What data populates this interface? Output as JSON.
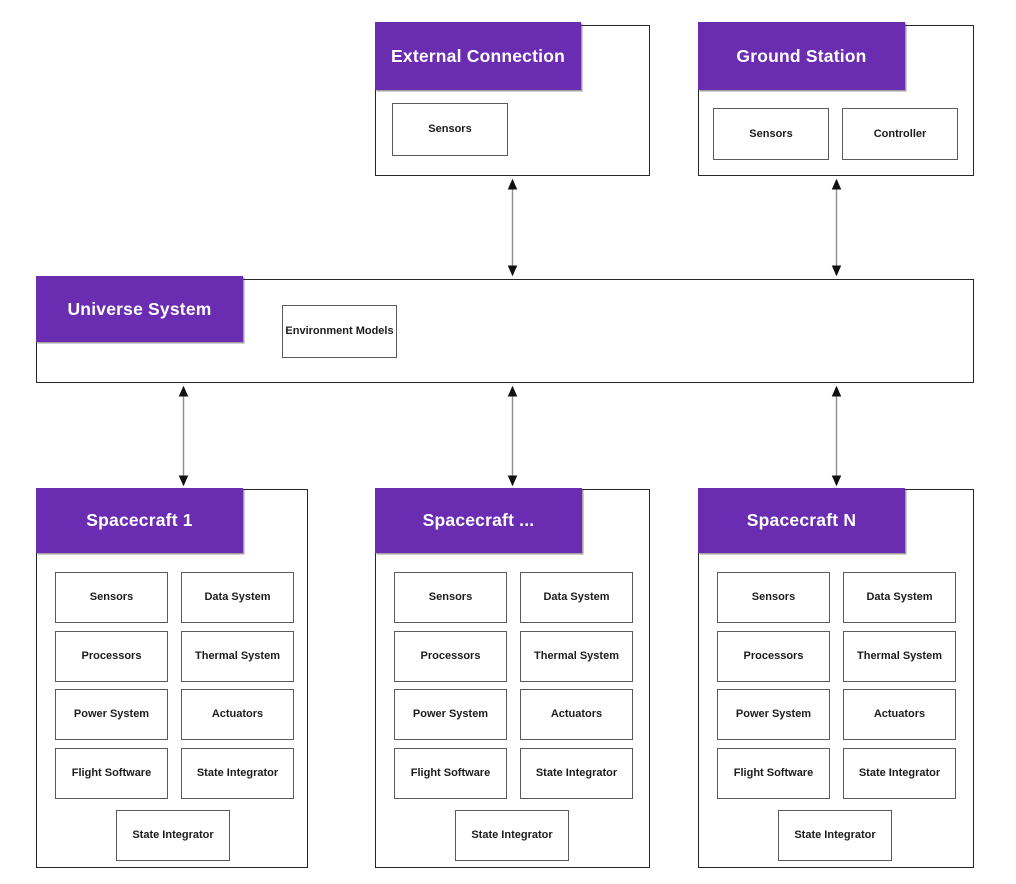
{
  "colors": {
    "accent": "#6A2CB1",
    "container_border": "#262626",
    "module_border": "#5a5a5a",
    "module_text": "#1c1c1c",
    "arrow_shaft": "#8f8f8f",
    "arrow_head": "#111111",
    "bg": "#ffffff"
  },
  "top_row": [
    {
      "title": "External Connection",
      "modules": [
        "Sensors"
      ]
    },
    {
      "title": "Ground Station",
      "modules": [
        "Sensors",
        "Controller"
      ]
    }
  ],
  "middle": {
    "title": "Universe System",
    "modules": [
      "Environment Models"
    ]
  },
  "spacecraft": {
    "units": [
      {
        "title": "Spacecraft 1"
      },
      {
        "title": "Spacecraft ..."
      },
      {
        "title": "Spacecraft N"
      }
    ],
    "left_column": [
      "Sensors",
      "Processors",
      "Power System",
      "Flight Software"
    ],
    "right_column": [
      "Data System",
      "Thermal System",
      "Actuators",
      "State Integrator"
    ],
    "bottom": "State Integrator"
  }
}
